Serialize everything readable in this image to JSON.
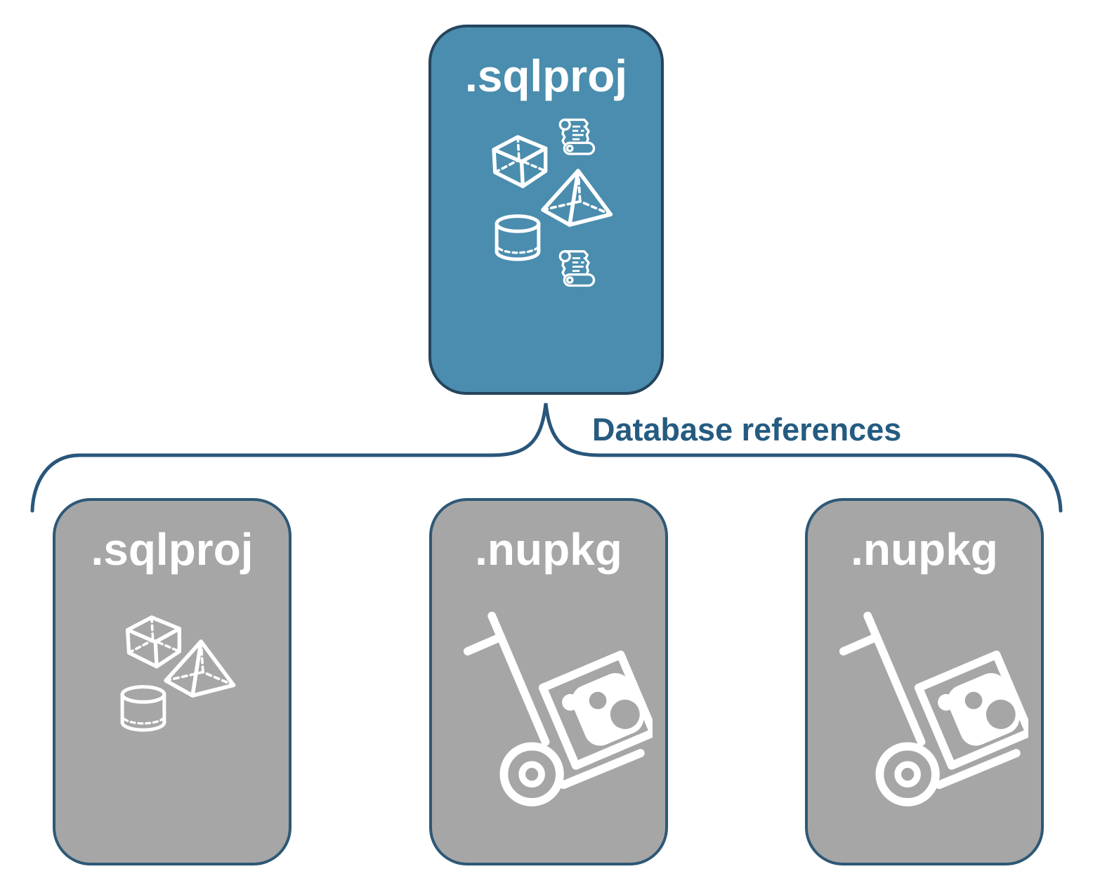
{
  "connector": {
    "label": "Database references"
  },
  "nodes": {
    "parent": {
      "label": ".sqlproj",
      "icons": [
        "cube-icon",
        "script-scroll-icon",
        "pyramid-icon",
        "cylinder-icon",
        "script-scroll-icon"
      ]
    },
    "children": [
      {
        "label": ".sqlproj",
        "icons": [
          "cube-icon",
          "pyramid-icon",
          "cylinder-icon"
        ]
      },
      {
        "label": ".nupkg",
        "icons": [
          "handtruck-package-icon"
        ]
      },
      {
        "label": ".nupkg",
        "icons": [
          "handtruck-package-icon"
        ]
      }
    ]
  },
  "colors": {
    "parent_fill": "#4A8DAE",
    "parent_border": "#25445D",
    "child_fill": "#A6A6A6",
    "child_border": "#2E5876",
    "connector_line": "#29567B",
    "connector_label_text": "#255B80",
    "icon_stroke": "#FFFFFF",
    "title_text": "#FFFFFF",
    "background": "#FFFFFF"
  }
}
